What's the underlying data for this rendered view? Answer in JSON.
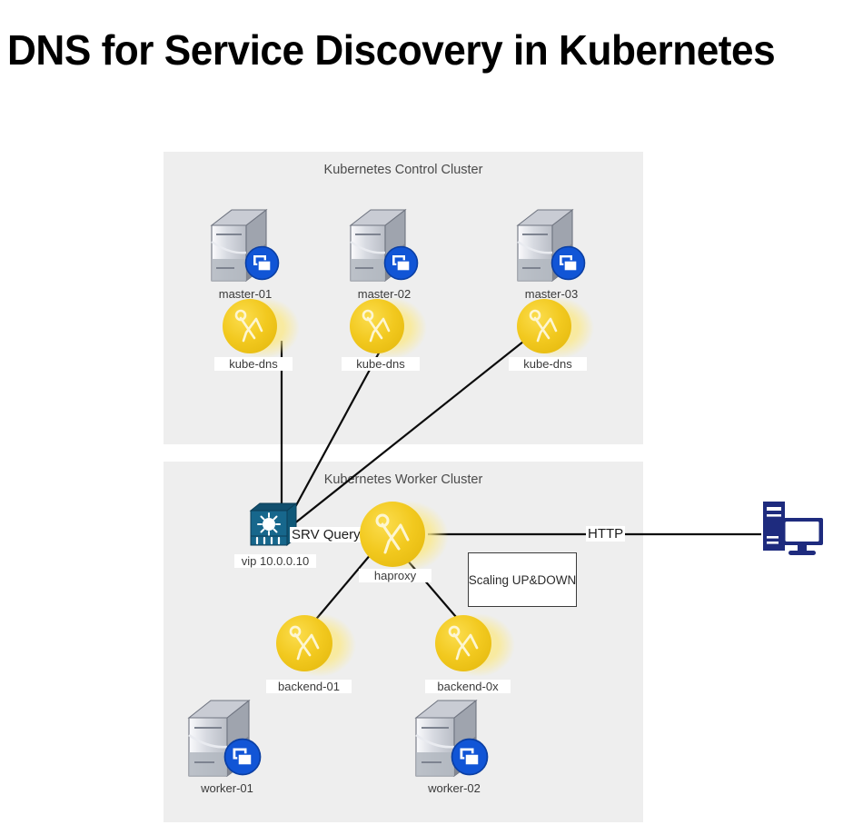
{
  "title": "DNS for Service Discovery in Kubernetes",
  "clusters": [
    {
      "id": "control",
      "title": "Kubernetes Control Cluster"
    },
    {
      "id": "worker",
      "title": "Kubernetes Worker Cluster"
    }
  ],
  "masters": [
    {
      "label": "master-01",
      "icon": "server-icon"
    },
    {
      "label": "master-02",
      "icon": "server-icon"
    },
    {
      "label": "master-03",
      "icon": "server-icon"
    }
  ],
  "kube_dns": [
    {
      "label": "kube-dns",
      "icon": "dns-pod-icon"
    },
    {
      "label": "kube-dns",
      "icon": "dns-pod-icon"
    },
    {
      "label": "kube-dns",
      "icon": "dns-pod-icon"
    }
  ],
  "switch": {
    "label": "vip 10.0.0.10",
    "icon": "network-switch-icon"
  },
  "haproxy": {
    "label": "haproxy",
    "icon": "dns-pod-icon"
  },
  "backends": [
    {
      "label": "backend-01",
      "icon": "dns-pod-icon"
    },
    {
      "label": "backend-0x",
      "icon": "dns-pod-icon"
    }
  ],
  "workers": [
    {
      "label": "worker-01",
      "icon": "server-icon"
    },
    {
      "label": "worker-02",
      "icon": "server-icon"
    }
  ],
  "client": {
    "icon": "desktop-computer-icon"
  },
  "edge_labels": {
    "srv_query": "SRV Query",
    "http": "HTTP"
  },
  "notes": {
    "scaling": "Scaling UP&DOWN"
  },
  "colors": {
    "cluster_fill": "#eeeeee",
    "pod_yellow": "#f2c91f",
    "pod_glow": "#fbe98a",
    "switch_teal": "#17678c",
    "badge_blue": "#1155d6",
    "client_navy": "#1e2b7e",
    "link_black": "#0b0b0b",
    "text_gray": "#4b4b4b"
  }
}
